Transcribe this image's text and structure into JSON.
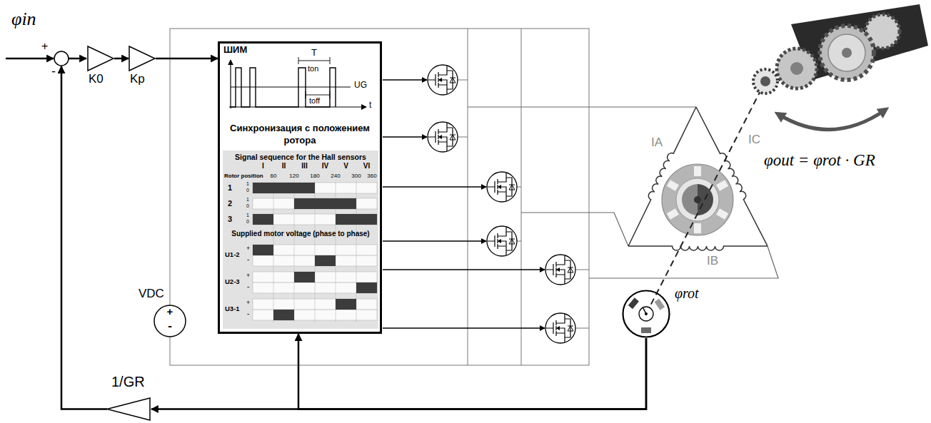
{
  "diagram": {
    "nodes": [
      {
        "text": [
          "K0"
        ]
      },
      {
        "text": [
          "Kp"
        ]
      },
      {
        "text": [
          "ШИМ",
          "Синхронизация с положением ротора"
        ]
      },
      {
        "text": [
          "φrot"
        ]
      },
      {
        "text": [
          "1/GR"
        ]
      }
    ],
    "edges": [
      {
        "from": 0,
        "to": 1,
        "arrow": "to"
      },
      {
        "from": 1,
        "to": 2,
        "arrow": "to"
      },
      {
        "from": 3,
        "to": 2,
        "arrow": "to"
      },
      {
        "from": 3,
        "to": 4,
        "arrow": "to"
      }
    ],
    "labels": [
      "φin",
      "+",
      "-",
      "VDC",
      "+",
      "-",
      "T",
      "ton",
      "toff",
      "UG",
      "t",
      "Signal sequence for the Hall sensors",
      "I",
      "II",
      "III",
      "IV",
      "V",
      "VI",
      "Rotor position",
      "60",
      "120",
      "180",
      "240",
      "300",
      "360",
      "1",
      "1",
      "0",
      "2",
      "1",
      "0",
      "3",
      "1",
      "0",
      "Supplied motor voltage (phase to phase)",
      "U1-2",
      "+",
      "-",
      "U2-3",
      "+",
      "-",
      "U3-1",
      "+",
      "-",
      "IA",
      "IC",
      "IB",
      "φout = φrot · GR"
    ]
  }
}
